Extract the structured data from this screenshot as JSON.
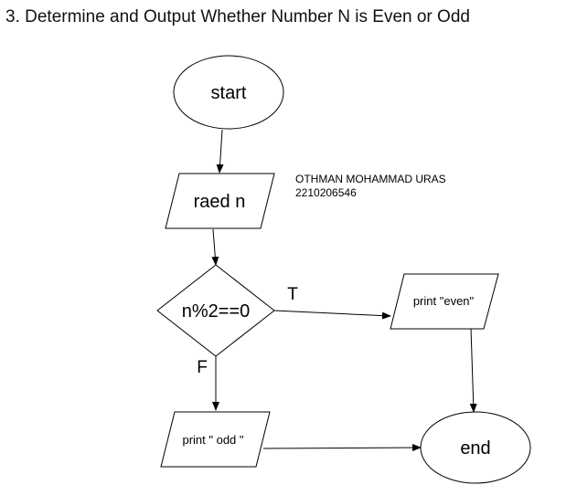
{
  "page": {
    "title": "3. Determine and Output Whether Number N is Even or Odd"
  },
  "author": {
    "name": "OTHMAN MOHAMMAD URAS",
    "id": "2210206546"
  },
  "flowchart": {
    "start": "start",
    "input": "raed n",
    "decision": "n%2==0",
    "true_label": "T",
    "false_label": "F",
    "output_even": "print \"even\"",
    "output_odd": "print \" odd \"",
    "end": "end"
  }
}
